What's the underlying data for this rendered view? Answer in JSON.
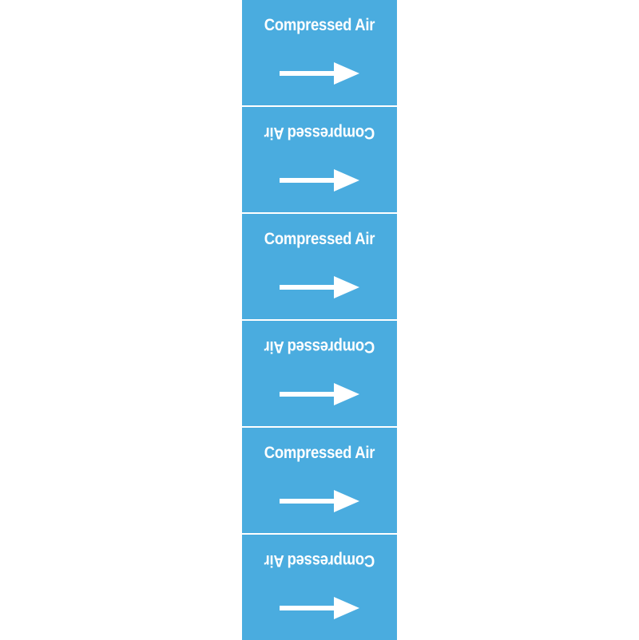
{
  "colors": {
    "background": "#ffffff",
    "tape": "#4aacdf",
    "text": "#ffffff"
  },
  "segments": [
    {
      "label": "Compressed Air",
      "orientation": "upright",
      "icon": "arrow-right-icon"
    },
    {
      "label": "Compressed Air",
      "orientation": "flipped",
      "icon": "arrow-right-icon"
    },
    {
      "label": "Compressed Air",
      "orientation": "upright",
      "icon": "arrow-right-icon"
    },
    {
      "label": "Compressed Air",
      "orientation": "flipped",
      "icon": "arrow-right-icon"
    },
    {
      "label": "Compressed Air",
      "orientation": "upright",
      "icon": "arrow-right-icon"
    },
    {
      "label": "Compressed Air",
      "orientation": "flipped",
      "icon": "arrow-right-icon"
    }
  ]
}
